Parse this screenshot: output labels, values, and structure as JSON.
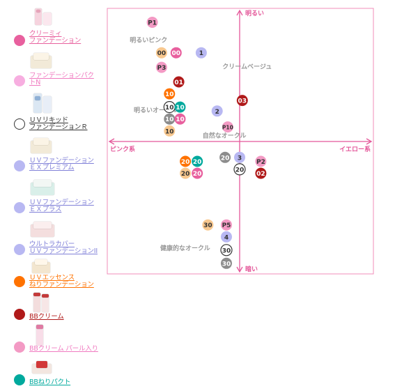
{
  "legend": [
    {
      "label": "クリーミィ\nファンデーション",
      "color": "#e8609e",
      "text_color": "#e8609e",
      "thumb": "pink-tube-and-jar"
    },
    {
      "label": "ファンデーションパク\nトN",
      "color": "#f7aee0",
      "text_color": "#f07ac0",
      "thumb": "cream-compact"
    },
    {
      "label": "ＵＶリキッド\nファンデーションＲ",
      "color": "#ffffff",
      "text_color": "#333333",
      "thumb": "liquid-bottles",
      "outline": true
    },
    {
      "label": "ＵＶファンデーション\nＥＸプレミアム",
      "color": "#b8b8f2",
      "text_color": "#8080d8",
      "thumb": "cream-compact"
    },
    {
      "label": "ＵＶファンデーション\nＥＸプラス",
      "color": "#b8b8f2",
      "text_color": "#8080d8",
      "thumb": "green-compact"
    },
    {
      "label": "ウルトラカバー\nＵＶファンデーションII",
      "color": "#b8b8f2",
      "text_color": "#8080d8",
      "thumb": "pink-compact"
    },
    {
      "label": "ＵＶエッセンス\nねりファンデーション",
      "color": "#ff7200",
      "text_color": "#ff7200",
      "thumb": "cream-jar"
    },
    {
      "label": "BBクリーム",
      "color": "#b01a1a",
      "text_color": "#b01a1a",
      "thumb": "red-tubes"
    },
    {
      "label": "BBクリーム パール入り",
      "color": "#f39ac4",
      "text_color": "#f07ac0",
      "thumb": "pink-tube"
    },
    {
      "label": "BBねりパクト",
      "color": "#00a99d",
      "text_color": "#00a99d",
      "thumb": "red-compact"
    }
  ],
  "chart_data": {
    "type": "scatter",
    "axes": {
      "top": "明るい",
      "bottom": "暗い",
      "left": "ピンク系",
      "right": "イエロー系"
    },
    "xlim": [
      -1,
      1
    ],
    "ylim": [
      -1,
      1
    ],
    "grid": false,
    "regions": [
      {
        "text": "明るいピンク",
        "x": -0.83,
        "y": 0.75
      },
      {
        "text": "クリームベージュ",
        "x": -0.13,
        "y": 0.55
      },
      {
        "text": "明るいオークル",
        "x": -0.8,
        "y": 0.22
      },
      {
        "text": "自然なオークル",
        "x": -0.28,
        "y": 0.03
      },
      {
        "text": "健康的なオークル",
        "x": -0.6,
        "y": -0.82
      }
    ],
    "points": [
      {
        "label": "P1",
        "x": -0.66,
        "y": 0.9,
        "fill": "#f39ac4",
        "text": "#333333"
      },
      {
        "label": "00",
        "x": -0.59,
        "y": 0.67,
        "fill": "#f8c88f",
        "text": "#333333"
      },
      {
        "label": "00",
        "x": -0.48,
        "y": 0.67,
        "fill": "#e8609e",
        "text": "#ffffff"
      },
      {
        "label": "1",
        "x": -0.29,
        "y": 0.67,
        "fill": "#b8b8f2",
        "text": "#333333"
      },
      {
        "label": "P3",
        "x": -0.59,
        "y": 0.56,
        "fill": "#f39ac4",
        "text": "#333333"
      },
      {
        "label": "01",
        "x": -0.46,
        "y": 0.45,
        "fill": "#b01a1a",
        "text": "#ffffff"
      },
      {
        "label": "10",
        "x": -0.53,
        "y": 0.36,
        "fill": "#ff7200",
        "text": "#ffffff"
      },
      {
        "label": "03",
        "x": 0.02,
        "y": 0.31,
        "fill": "#b01a1a",
        "text": "#ffffff"
      },
      {
        "label": "10",
        "x": -0.53,
        "y": 0.26,
        "fill": "#ffffff",
        "text": "#333333",
        "outline": true
      },
      {
        "label": "10",
        "x": -0.45,
        "y": 0.26,
        "fill": "#00a99d",
        "text": "#ffffff"
      },
      {
        "label": "2",
        "x": -0.17,
        "y": 0.23,
        "fill": "#b8b8f2",
        "text": "#333333"
      },
      {
        "label": "10",
        "x": -0.53,
        "y": 0.17,
        "fill": "#8c8c8c",
        "text": "#ffffff"
      },
      {
        "label": "10",
        "x": -0.45,
        "y": 0.17,
        "fill": "#e8609e",
        "text": "#ffffff"
      },
      {
        "label": "P10",
        "x": -0.09,
        "y": 0.11,
        "fill": "#f39ac4",
        "text": "#333333"
      },
      {
        "label": "10",
        "x": -0.53,
        "y": 0.08,
        "fill": "#f8c88f",
        "text": "#333333"
      },
      {
        "label": "20",
        "x": -0.11,
        "y": -0.12,
        "fill": "#8c8c8c",
        "text": "#ffffff"
      },
      {
        "label": "3",
        "x": 0.0,
        "y": -0.12,
        "fill": "#b8b8f2",
        "text": "#333333"
      },
      {
        "label": "20",
        "x": -0.41,
        "y": -0.15,
        "fill": "#ff7200",
        "text": "#ffffff"
      },
      {
        "label": "20",
        "x": -0.32,
        "y": -0.15,
        "fill": "#00a99d",
        "text": "#ffffff"
      },
      {
        "label": "P2",
        "x": 0.16,
        "y": -0.15,
        "fill": "#f39ac4",
        "text": "#333333"
      },
      {
        "label": "20",
        "x": 0.0,
        "y": -0.21,
        "fill": "#ffffff",
        "text": "#333333",
        "outline": true
      },
      {
        "label": "20",
        "x": -0.41,
        "y": -0.24,
        "fill": "#f8c88f",
        "text": "#333333"
      },
      {
        "label": "20",
        "x": -0.32,
        "y": -0.24,
        "fill": "#e8609e",
        "text": "#ffffff"
      },
      {
        "label": "02",
        "x": 0.16,
        "y": -0.24,
        "fill": "#b01a1a",
        "text": "#ffffff"
      },
      {
        "label": "30",
        "x": -0.24,
        "y": -0.63,
        "fill": "#f8c88f",
        "text": "#333333"
      },
      {
        "label": "P5",
        "x": -0.1,
        "y": -0.63,
        "fill": "#f39ac4",
        "text": "#333333"
      },
      {
        "label": "4",
        "x": -0.1,
        "y": -0.72,
        "fill": "#b8b8f2",
        "text": "#333333"
      },
      {
        "label": "30",
        "x": -0.1,
        "y": -0.82,
        "fill": "#ffffff",
        "text": "#333333",
        "outline": true
      },
      {
        "label": "30",
        "x": -0.1,
        "y": -0.92,
        "fill": "#8c8c8c",
        "text": "#ffffff"
      }
    ]
  },
  "colors": {
    "frame": "#f08cb8",
    "axis": "#e4589a",
    "region_text": "#999999"
  }
}
